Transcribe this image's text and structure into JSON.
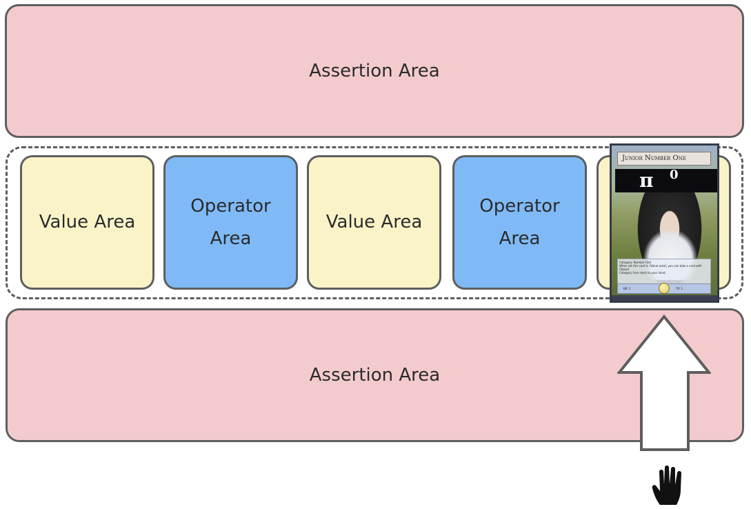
{
  "assertion_top": {
    "label": "Assertion Area"
  },
  "assertion_bottom": {
    "label": "Assertion Area"
  },
  "slots": [
    {
      "line1": "Value Area",
      "line2": ""
    },
    {
      "line1": "Operator",
      "line2": "Area"
    },
    {
      "line1": "Value Area",
      "line2": ""
    },
    {
      "line1": "Operator",
      "line2": "Area"
    }
  ],
  "card": {
    "name": "Junior Number One",
    "symbol": "π",
    "exponent": "0",
    "text_line1": "Category: Number [0d]",
    "text_line2": "When set this card in [Value area], you can take a card with [Value]",
    "text_line3": "Category from deck to your hand.",
    "bp": "BP: 1",
    "tp": "TP: 1"
  },
  "icons": {
    "arrow": "up-arrow-icon",
    "hand": "hand-icon"
  },
  "colors": {
    "assertion": "#f3cbcd",
    "value": "#faf3c8",
    "operator": "#7fbaf7",
    "border": "#5e5e5e"
  }
}
